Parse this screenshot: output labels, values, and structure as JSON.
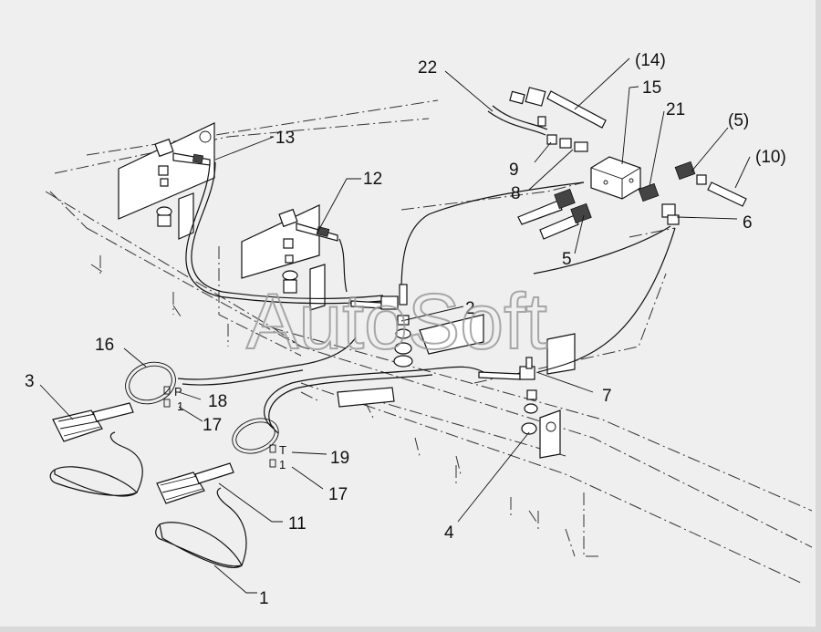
{
  "watermark": "AutoSoft",
  "callouts": {
    "c1": "1",
    "c2": "2",
    "c3": "3",
    "c4": "4",
    "c5": "5",
    "c5p": "(5)",
    "c6": "6",
    "c7": "7",
    "c8": "8",
    "c9": "9",
    "c10p": "(10)",
    "c11": "11",
    "c12": "12",
    "c13": "13",
    "c14p": "(14)",
    "c15": "15",
    "c16": "16",
    "c17a": "17",
    "c17b": "17",
    "c18": "18",
    "c19": "19",
    "c21": "21",
    "c22": "22"
  },
  "tags": {
    "p": "P",
    "t": "T",
    "one_a": "1",
    "one_b": "1"
  }
}
